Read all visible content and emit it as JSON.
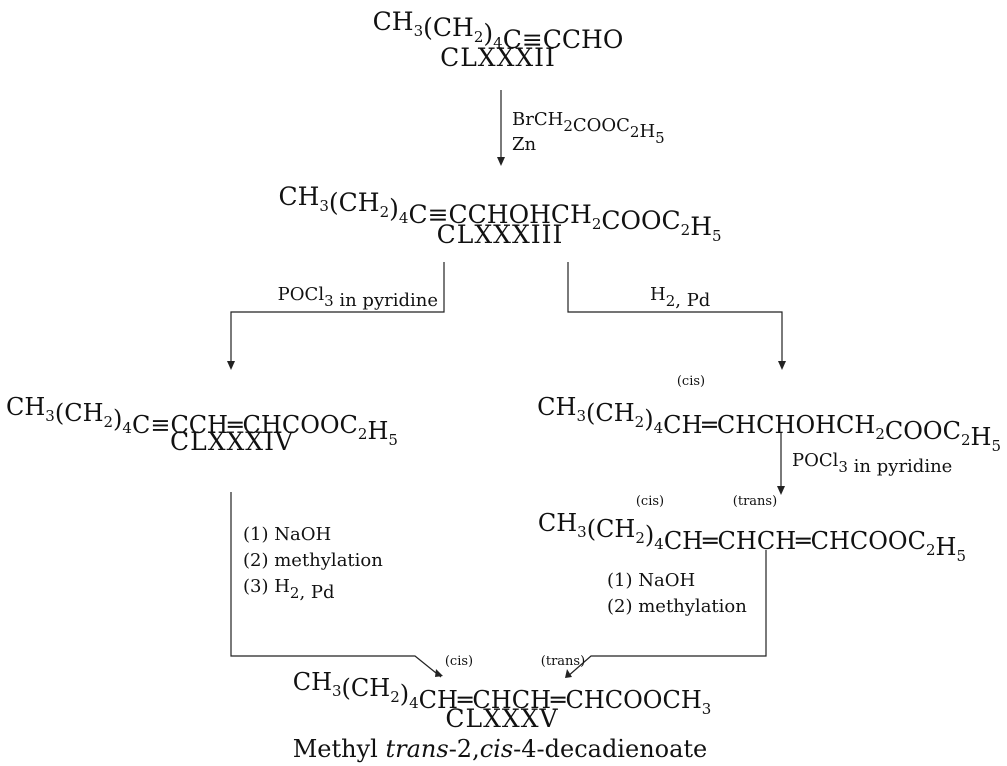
{
  "compounds": {
    "c182": {
      "label": "CLXXXII",
      "formula": [
        {
          "t": "CH"
        },
        {
          "t": "3",
          "sub": true
        },
        {
          "t": "(CH"
        },
        {
          "t": "2",
          "sub": true
        },
        {
          "t": ")"
        },
        {
          "t": "4",
          "sub": true
        },
        {
          "t": "C≡CCHO"
        }
      ]
    },
    "c183": {
      "label": "CLXXXIII",
      "formula": [
        {
          "t": "CH"
        },
        {
          "t": "3",
          "sub": true
        },
        {
          "t": "(CH"
        },
        {
          "t": "2",
          "sub": true
        },
        {
          "t": ")"
        },
        {
          "t": "4",
          "sub": true
        },
        {
          "t": "C≡CCHOHCH"
        },
        {
          "t": "2",
          "sub": true
        },
        {
          "t": "COOC"
        },
        {
          "t": "2",
          "sub": true
        },
        {
          "t": "H"
        },
        {
          "t": "5",
          "sub": true
        }
      ]
    },
    "c184": {
      "label": "CLXXXIV",
      "formula": [
        {
          "t": "CH"
        },
        {
          "t": "3",
          "sub": true
        },
        {
          "t": "(CH"
        },
        {
          "t": "2",
          "sub": true
        },
        {
          "t": ")"
        },
        {
          "t": "4",
          "sub": true
        },
        {
          "t": "C≡CCH═CHCOOC"
        },
        {
          "t": "2",
          "sub": true
        },
        {
          "t": "H"
        },
        {
          "t": "5",
          "sub": true
        }
      ]
    },
    "hydroxy_cis": {
      "tag": "(cis)",
      "formula": [
        {
          "t": "CH"
        },
        {
          "t": "3",
          "sub": true
        },
        {
          "t": "(CH"
        },
        {
          "t": "2",
          "sub": true
        },
        {
          "t": ")"
        },
        {
          "t": "4",
          "sub": true
        },
        {
          "t": "CH═CHCHOHCH"
        },
        {
          "t": "2",
          "sub": true
        },
        {
          "t": "COOC"
        },
        {
          "t": "2",
          "sub": true
        },
        {
          "t": "H"
        },
        {
          "t": "5",
          "sub": true
        }
      ]
    },
    "dienoate_ethyl": {
      "tag_cis": "(cis)",
      "tag_trans": "(trans)",
      "formula": [
        {
          "t": "CH"
        },
        {
          "t": "3",
          "sub": true
        },
        {
          "t": "(CH"
        },
        {
          "t": "2",
          "sub": true
        },
        {
          "t": ")"
        },
        {
          "t": "4",
          "sub": true
        },
        {
          "t": "CH═CHCH═CHCOOC"
        },
        {
          "t": "2",
          "sub": true
        },
        {
          "t": "H"
        },
        {
          "t": "5",
          "sub": true
        }
      ]
    },
    "c185": {
      "label": "CLXXXV",
      "tag_cis": "(cis)",
      "tag_trans": "(trans)",
      "formula": [
        {
          "t": "CH"
        },
        {
          "t": "3",
          "sub": true
        },
        {
          "t": "(CH"
        },
        {
          "t": "2",
          "sub": true
        },
        {
          "t": ")"
        },
        {
          "t": "4",
          "sub": true
        },
        {
          "t": "CH═CHCH═CHCOOCH"
        },
        {
          "t": "3",
          "sub": true
        }
      ],
      "name_prefix": "Methyl ",
      "name_italic1": "trans",
      "name_mid": "-2,",
      "name_italic2": "cis",
      "name_suffix": "-4-decadienoate"
    }
  },
  "conditions": {
    "reformatsky_reagent": [
      {
        "t": "BrCH"
      },
      {
        "t": "2",
        "sub": true
      },
      {
        "t": "COOC"
      },
      {
        "t": "2",
        "sub": true
      },
      {
        "t": "H"
      },
      {
        "t": "5",
        "sub": true
      }
    ],
    "reformatsky_metal": "Zn",
    "dehydration_left": [
      {
        "t": "POCl"
      },
      {
        "t": "3",
        "sub": true
      },
      {
        "t": " in pyridine"
      }
    ],
    "hydrogenation_right": [
      {
        "t": "H"
      },
      {
        "t": "2",
        "sub": true
      },
      {
        "t": ", Pd"
      }
    ],
    "dehydration_right": [
      {
        "t": "POCl"
      },
      {
        "t": "3",
        "sub": true
      },
      {
        "t": " in pyridine"
      }
    ],
    "left_steps": [
      [
        {
          "t": "(1)  NaOH"
        }
      ],
      [
        {
          "t": "(2)  methylation"
        }
      ],
      [
        {
          "t": "(3)  H"
        },
        {
          "t": "2",
          "sub": true
        },
        {
          "t": ", Pd"
        }
      ]
    ],
    "right_steps": [
      [
        {
          "t": "(1)  NaOH"
        }
      ],
      [
        {
          "t": "(2)  methylation"
        }
      ]
    ]
  }
}
